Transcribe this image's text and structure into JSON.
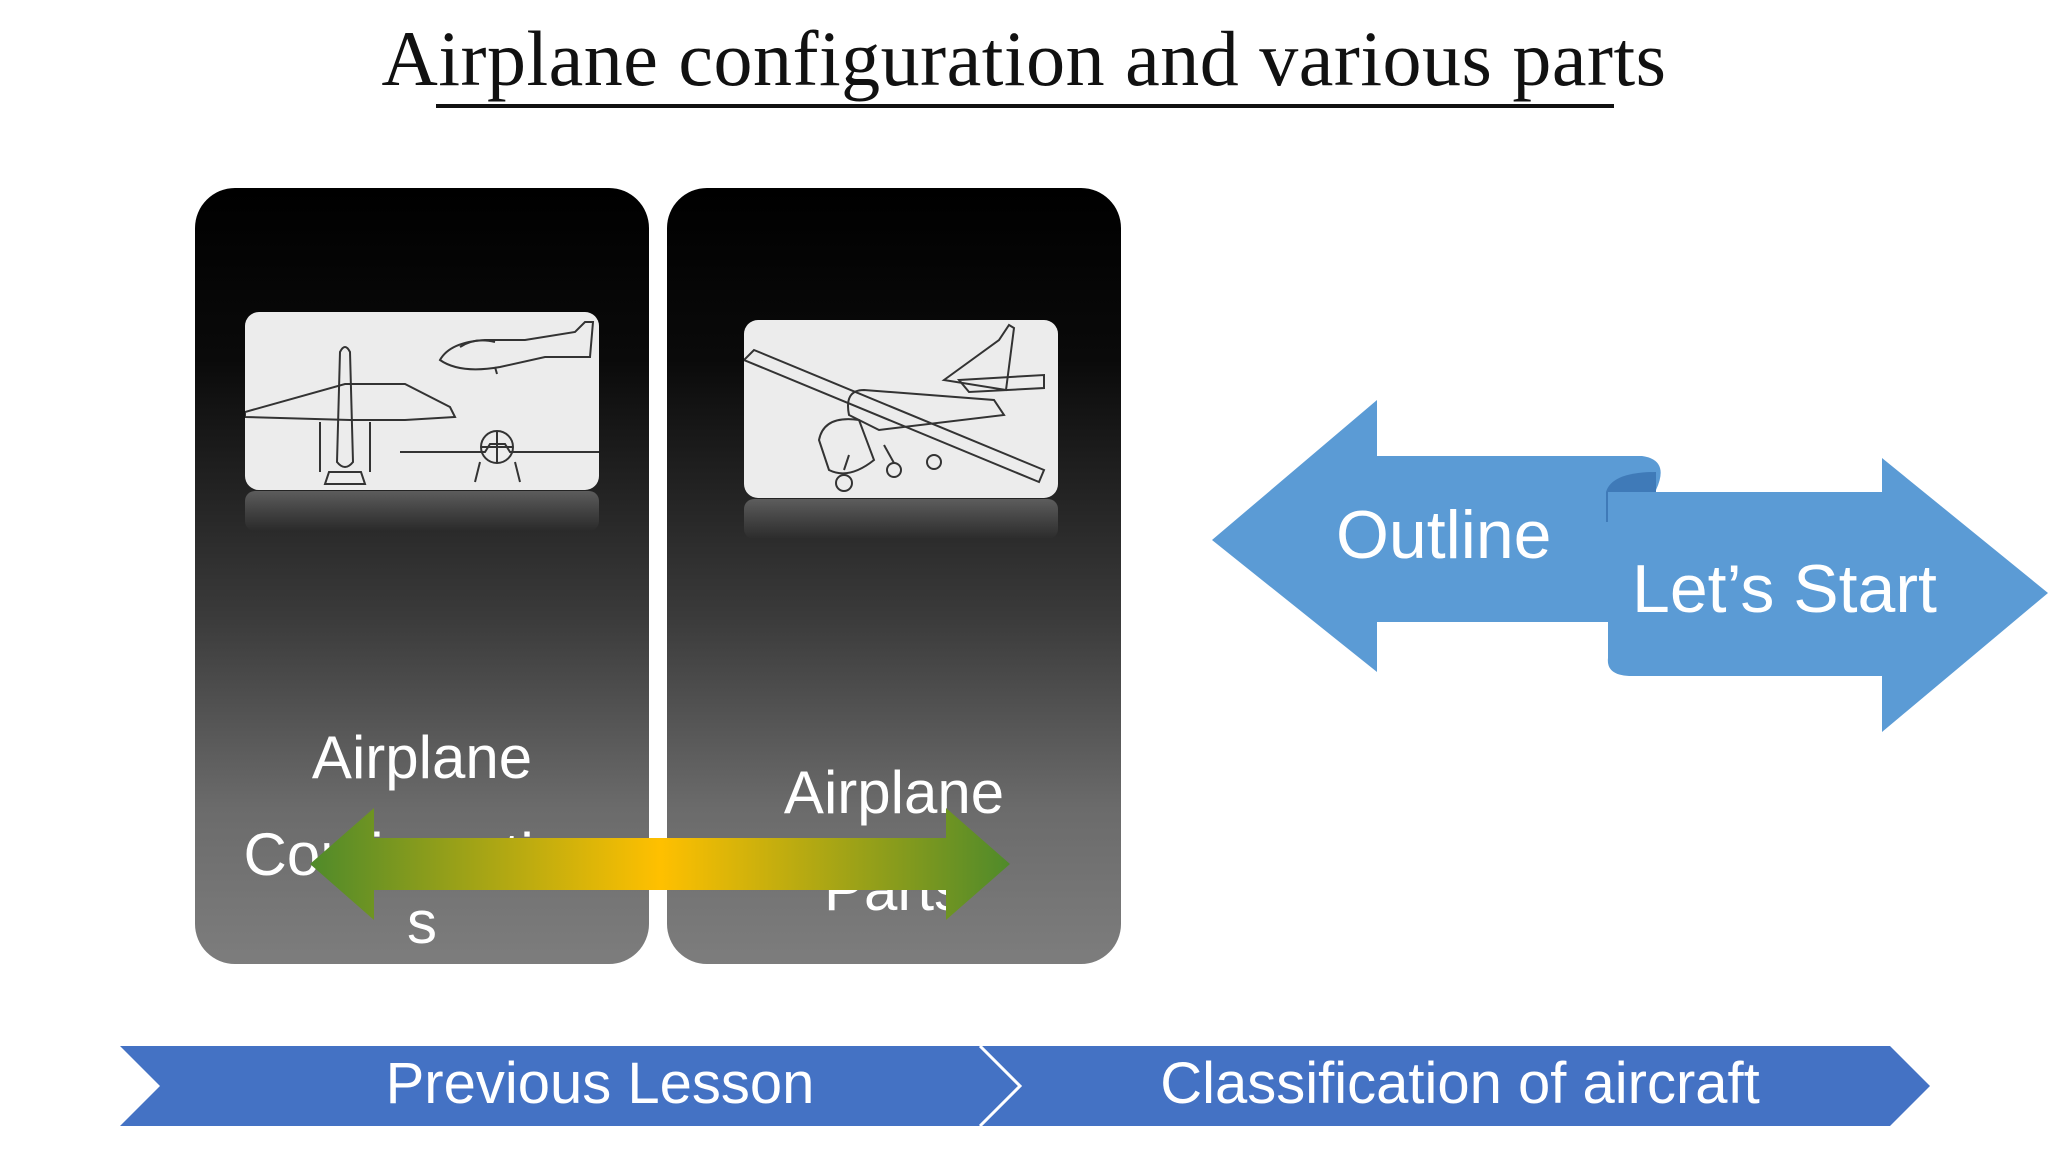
{
  "slide": {
    "title": "Airplane configuration and various parts"
  },
  "cards": [
    {
      "label_line1": "Airplane",
      "label_line2": "Configuration",
      "label_line3": "s",
      "image": "airplane-configurations-drawing"
    },
    {
      "label_line1": "Airplane",
      "label_line2": "Parts",
      "image": "airplane-parts-drawing"
    }
  ],
  "double_arrow": {
    "colors": {
      "ends": "#4f8a2a",
      "center": "#ffc000"
    }
  },
  "scroll_arrow": {
    "left_label": "Outline",
    "right_label": "Let’s Start",
    "color": "#5b9bd5"
  },
  "bottom_chevrons": {
    "color": "#4472c4",
    "items": [
      {
        "label": "Previous Lesson"
      },
      {
        "label": "Classification of aircraft"
      }
    ]
  }
}
